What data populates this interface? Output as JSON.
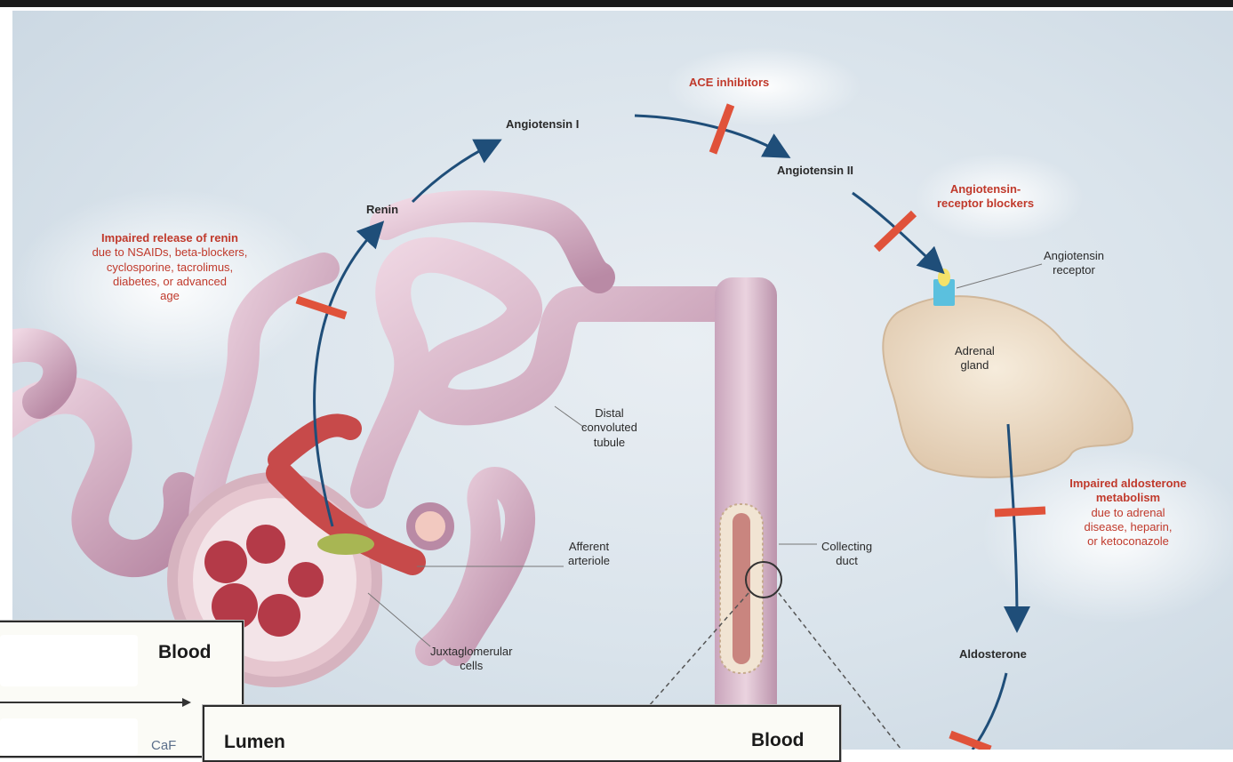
{
  "labels": {
    "angiotensin_1": "Angiotensin I",
    "angiotensin_2": "Angiotensin II",
    "renin": "Renin",
    "angiotensin_receptor_line1": "Angiotensin",
    "angiotensin_receptor_line2": "receptor",
    "adrenal_gland_line1": "Adrenal",
    "adrenal_gland_line2": "gland",
    "distal_line1": "Distal",
    "distal_line2": "convoluted",
    "distal_line3": "tubule",
    "afferent_line1": "Afferent",
    "afferent_line2": "arteriole",
    "collecting_line1": "Collecting",
    "collecting_line2": "duct",
    "juxta_line1": "Juxtaglomerular",
    "juxta_line2": "cells",
    "aldosterone": "Aldosterone"
  },
  "blockers": {
    "ace_inhibitors": "ACE inhibitors",
    "arb_line1": "Angiotensin-",
    "arb_line2": "receptor blockers",
    "renin_title": "Impaired release of renin",
    "renin_line1": "due to NSAIDs, beta-blockers,",
    "renin_line2": "cyclosporine, tacrolimus,",
    "renin_line3": "diabetes, or advanced",
    "renin_line4": "age",
    "aldo_title_line1": "Impaired aldosterone",
    "aldo_title_line2": "metabolism",
    "aldo_line1": "due to adrenal",
    "aldo_line2": "disease, heparin,",
    "aldo_line3": "or ketoconazole"
  },
  "panels": {
    "left_blood": "Blood",
    "left_partial": "CaF",
    "right_lumen": "Lumen",
    "right_blood": "Blood"
  },
  "colors": {
    "arrow": "#1f4e79",
    "blocker_bar": "#e0523a",
    "blocker_text": "#b83224",
    "tubule": "#d9b2c6",
    "adrenal": "#efdfc8",
    "receptor_yellow": "#f4e26a",
    "receptor_blue": "#5bc0de"
  }
}
